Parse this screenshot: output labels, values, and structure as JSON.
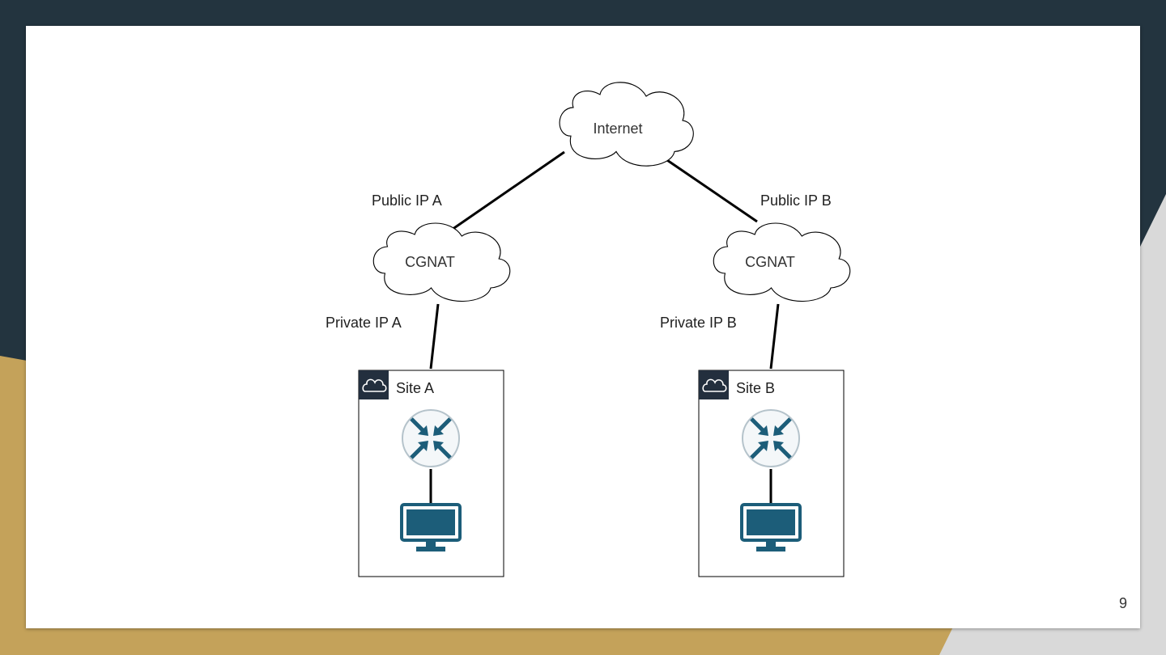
{
  "diagram": {
    "internet_label": "Internet",
    "left": {
      "public_ip": "Public IP A",
      "cgnat": "CGNAT",
      "private_ip": "Private IP A",
      "site": "Site A"
    },
    "right": {
      "public_ip": "Public IP B",
      "cgnat": "CGNAT",
      "private_ip": "Private IP B",
      "site": "Site B"
    }
  },
  "slide": {
    "page_number": "9"
  },
  "icons": {
    "site_group": "cloud-icon",
    "router": "router-icon",
    "computer": "desktop-computer-icon"
  },
  "colors": {
    "background_dark": "#23343f",
    "accent_gold": "#c4a25a",
    "device_blue": "#1c5d79"
  }
}
